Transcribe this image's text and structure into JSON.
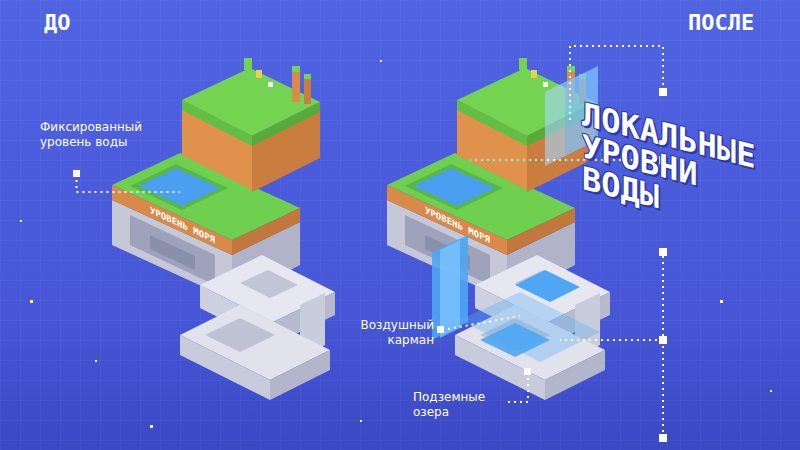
{
  "diagram": {
    "labels": [
      "ДО",
      "ПОСЛЕ",
      "Фиксированный уровень воды",
      "УРОВЕНЬ МОРЯ",
      "УРОВЕНЬ МОРЯ",
      "ЛОКАЛЬНЫЕ УРОВНИ ВОДЫ",
      "Воздушный карман",
      "Подземные озера"
    ]
  }
}
